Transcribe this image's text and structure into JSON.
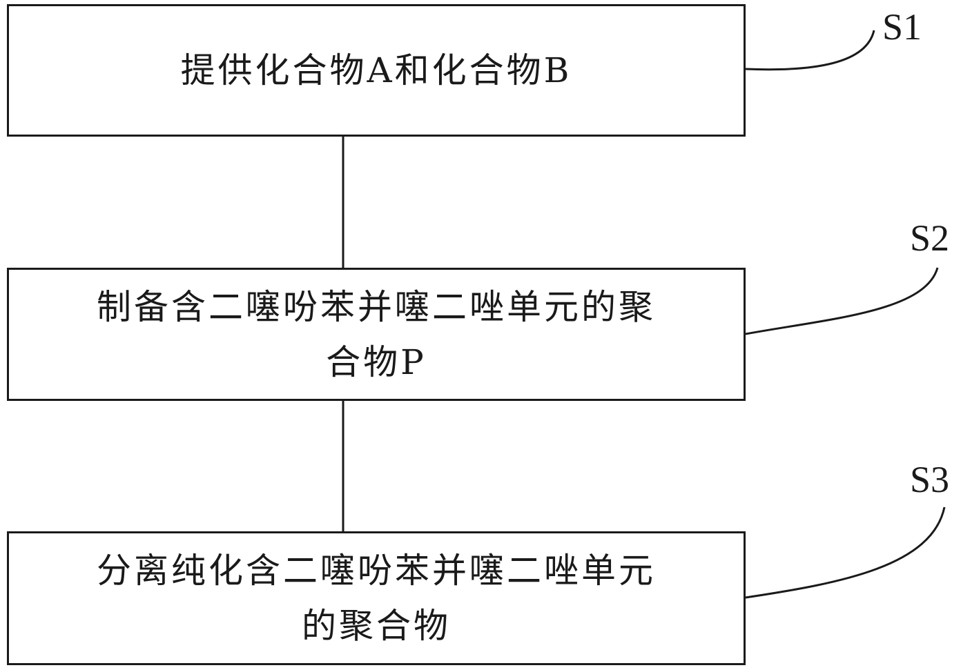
{
  "steps": [
    {
      "id": "S1",
      "lines": [
        "提供化合物A和化合物B"
      ]
    },
    {
      "id": "S2",
      "lines": [
        "制备含二噻吩苯并噻二唑单元的聚",
        "合物P"
      ]
    },
    {
      "id": "S3",
      "lines": [
        "分离纯化含二噻吩苯并噻二唑单元",
        "的聚合物"
      ]
    }
  ],
  "colors": {
    "stroke": "#1a1a1a",
    "background": "#ffffff"
  }
}
